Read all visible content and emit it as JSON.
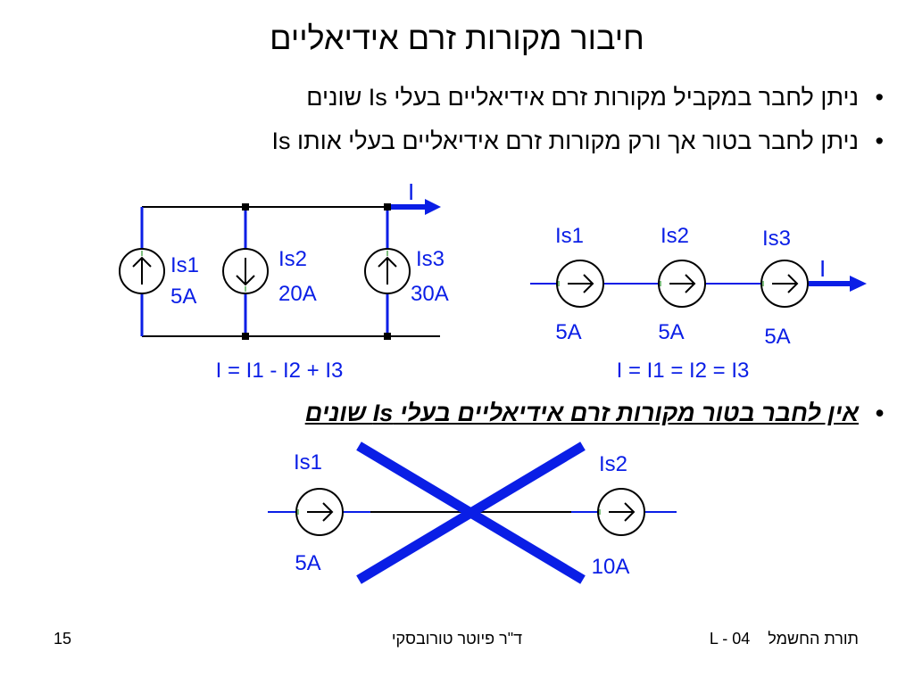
{
  "title": "חיבור מקורות זרם אידיאליים",
  "bullets": [
    "ניתן לחבר במקביל מקורות זרם אידיאליים בעלי Is שונים",
    "ניתן לחבר בטור אך ורק מקורות זרם אידיאליים בעלי אותו Is",
    "אין לחבר בטור מקורות זרם אידיאליים בעלי Is שונים"
  ],
  "bullet_symbol": "•",
  "parallel_circuit": {
    "output_current_label": "I",
    "sources": [
      {
        "name": "Is1",
        "value": "5A",
        "direction": "up"
      },
      {
        "name": "Is2",
        "value": "20A",
        "direction": "down"
      },
      {
        "name": "Is3",
        "value": "30A",
        "direction": "up"
      }
    ],
    "equation": "I = I1 - I2 + I3"
  },
  "series_circuit": {
    "output_current_label": "I",
    "sources": [
      {
        "name": "Is1",
        "value": "5A"
      },
      {
        "name": "Is2",
        "value": "5A"
      },
      {
        "name": "Is3",
        "value": "5A"
      }
    ],
    "equation": "I = I1 = I2 = I3"
  },
  "forbidden_circuit": {
    "sources": [
      {
        "name": "Is1",
        "value": "5A"
      },
      {
        "name": "Is2",
        "value": "10A"
      }
    ]
  },
  "footer": {
    "page_number": "15",
    "author": "ד\"ר פיוטר טורובסקי",
    "course": "תורת החשמל    L - 04"
  },
  "colors": {
    "wire": "#000000",
    "accent_blue": "#0a1ee6",
    "terminal_green": "#008000",
    "text": "#000000"
  }
}
